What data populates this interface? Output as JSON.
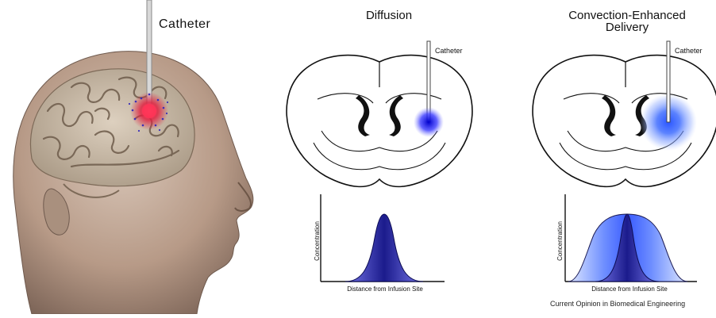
{
  "labels": {
    "catheter_main": "Catheter",
    "diffusion_title": "Diffusion",
    "ced_title_line1": "Convection-Enhanced",
    "ced_title_line2": "Delivery",
    "diffusion_catheter": "Catheter",
    "ced_catheter": "Catheter",
    "diffusion_y_axis": "Concentration",
    "diffusion_x_axis": "Distance from Infusion Site",
    "ced_y_axis": "Concentration",
    "ced_x_axis": "Distance from Infusion Site",
    "credit": "Current Opinion in Biomedical Engineering"
  },
  "colors": {
    "infusion_blue": "#1a1aff",
    "curve_dark": "#1b1b8c",
    "skin": "#b89a86",
    "brain": "#c9b9a4",
    "infusion_red": "#e02040"
  }
}
